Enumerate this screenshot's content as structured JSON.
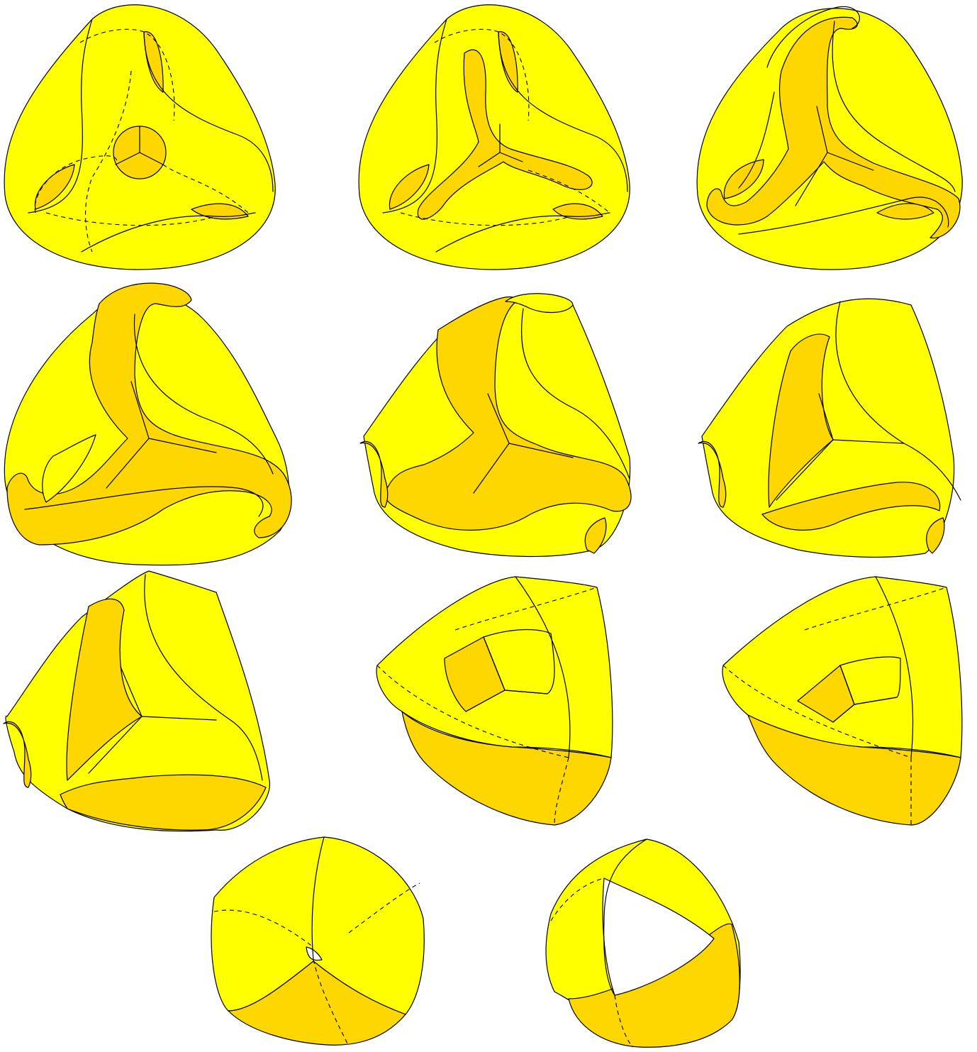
{
  "colors": {
    "surface_light": "#FFFF00",
    "surface_dark": "#FFD700",
    "outline": "#000000",
    "background": "#FFFFFF"
  },
  "figure": {
    "panels": [
      {
        "index": 1,
        "kind": "sphere with three lobes, small central disc"
      },
      {
        "index": 2,
        "kind": "three-armed tripod region grown from centre"
      },
      {
        "index": 3,
        "kind": "tripod arms curl around the surface edge"
      },
      {
        "index": 4,
        "kind": "dark tripod wraps around, arms overlapping"
      },
      {
        "index": 5,
        "kind": "arms pinch into tubes at three ends"
      },
      {
        "index": 6,
        "kind": "light faces with three tube ends"
      },
      {
        "index": 7,
        "kind": "twisted sheet with tube ends"
      },
      {
        "index": 8,
        "kind": "rounded triangular solid, corner recess"
      },
      {
        "index": 9,
        "kind": "rounded triangular solid, smaller recess"
      },
      {
        "index": 10,
        "kind": "ball with small white hole"
      },
      {
        "index": 11,
        "kind": "ball with large triangular white hole"
      }
    ]
  }
}
